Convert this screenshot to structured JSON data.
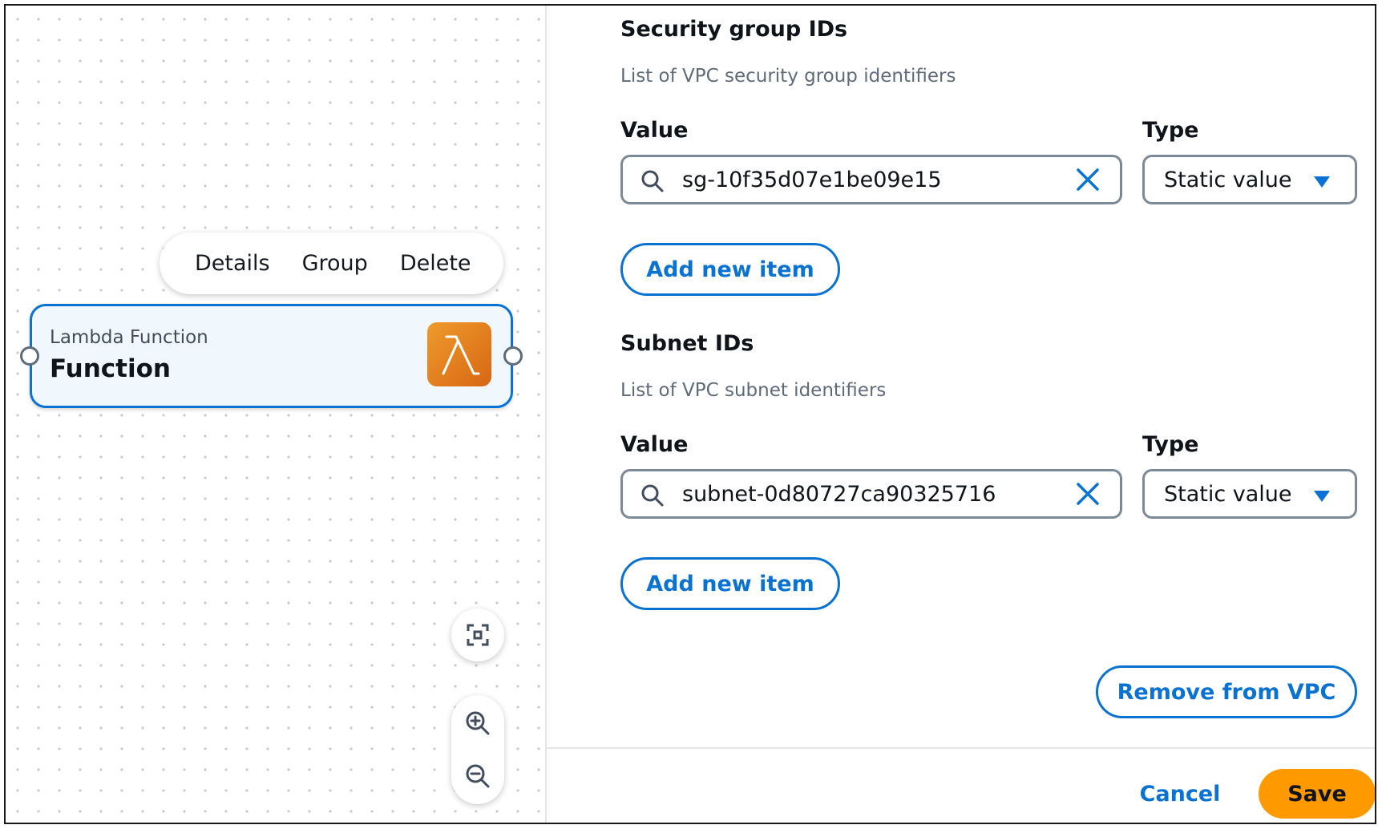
{
  "canvas": {
    "context_menu": {
      "details": "Details",
      "group": "Group",
      "delete": "Delete"
    },
    "node": {
      "type": "Lambda Function",
      "name": "Function",
      "icon": "lambda-icon",
      "icon_color": "#ed7100"
    },
    "controls": {
      "fit": "fit-view-icon",
      "zoom_in": "zoom-in-icon",
      "zoom_out": "zoom-out-icon"
    }
  },
  "panel": {
    "security_groups": {
      "heading": "Security group IDs",
      "description": "List of VPC security group identifiers",
      "value_label": "Value",
      "type_label": "Type",
      "value": "sg-10f35d07e1be09e15",
      "type_value": "Static value",
      "add_label": "Add new item"
    },
    "subnets": {
      "heading": "Subnet IDs",
      "description": "List of VPC subnet identifiers",
      "value_label": "Value",
      "type_label": "Type",
      "value": "subnet-0d80727ca90325716",
      "type_value": "Static value",
      "add_label": "Add new item"
    },
    "remove_label": "Remove from VPC",
    "cancel_label": "Cancel",
    "save_label": "Save",
    "accent_color": "#0972d3",
    "primary_color": "#ff9900"
  }
}
